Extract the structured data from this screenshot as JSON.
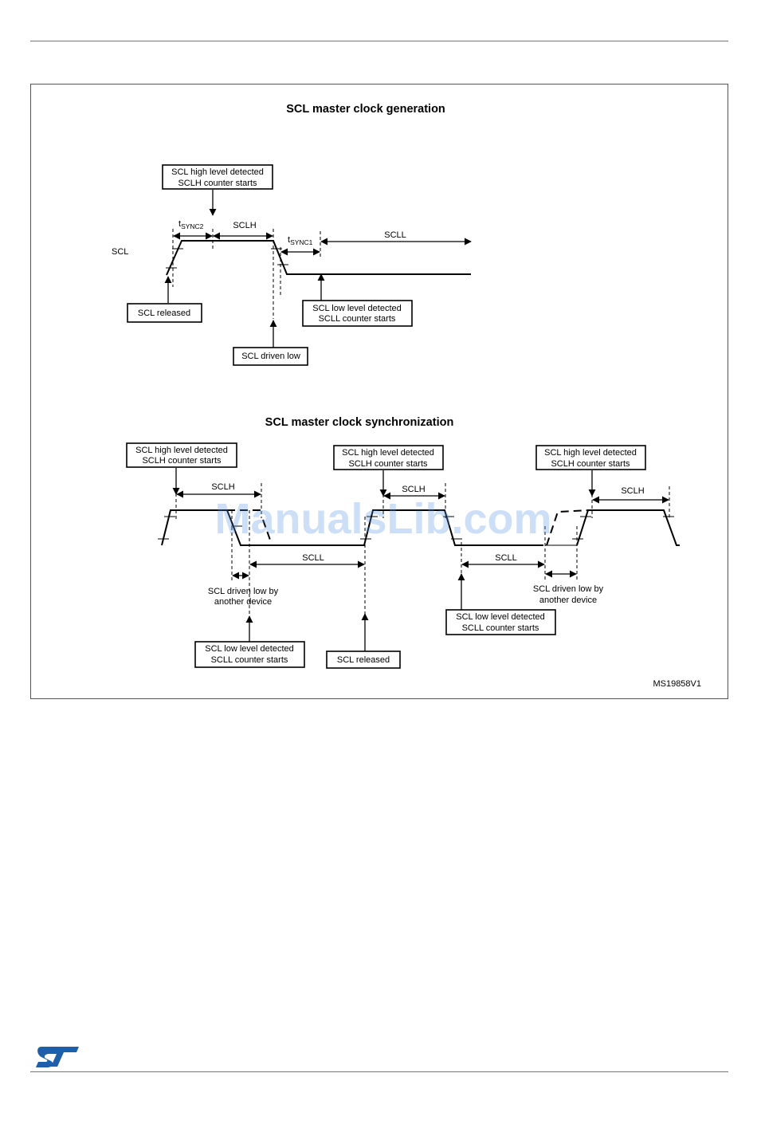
{
  "diagram1": {
    "title": "SCL master clock generation",
    "signal_label": "SCL",
    "tsync2_t": "t",
    "tsync2_sub": "SYNC2",
    "sclh_label": "SCLH",
    "tsync1_t": "t",
    "tsync1_sub": "SYNC1",
    "scll_label": "SCLL",
    "box_high_1": "SCL high level detected",
    "box_high_2": "SCLH counter starts",
    "box_released": "SCL released",
    "box_low_1": "SCL low level detected",
    "box_low_2": "SCLL counter starts",
    "box_driven_low": "SCL driven low"
  },
  "diagram2": {
    "title": "SCL master clock synchronization",
    "box_high_a_1": "SCL high level detected",
    "box_high_a_2": "SCLH counter starts",
    "box_high_b_1": "SCL high level detected",
    "box_high_b_2": "SCLH counter starts",
    "box_high_c_1": "SCL high level detected",
    "box_high_c_2": "SCLH counter starts",
    "sclh_a": "SCLH",
    "sclh_b": "SCLH",
    "sclh_c": "SCLH",
    "scll_a": "SCLL",
    "scll_b": "SCLL",
    "driven_a_1": "SCL driven low by",
    "driven_a_2": "another device",
    "driven_b_1": "SCL driven low by",
    "driven_b_2": "another device",
    "box_low_a_1": "SCL low level detected",
    "box_low_a_2": "SCLL counter starts",
    "box_low_b_1": "SCL low level detected",
    "box_low_b_2": "SCLL counter starts",
    "box_released": "SCL released"
  },
  "figure_id": "MS19858V1",
  "watermark": "ManualsLib.com",
  "colors": {
    "brand_st": "#1f5fa8",
    "watermark": "#5a96e1"
  }
}
